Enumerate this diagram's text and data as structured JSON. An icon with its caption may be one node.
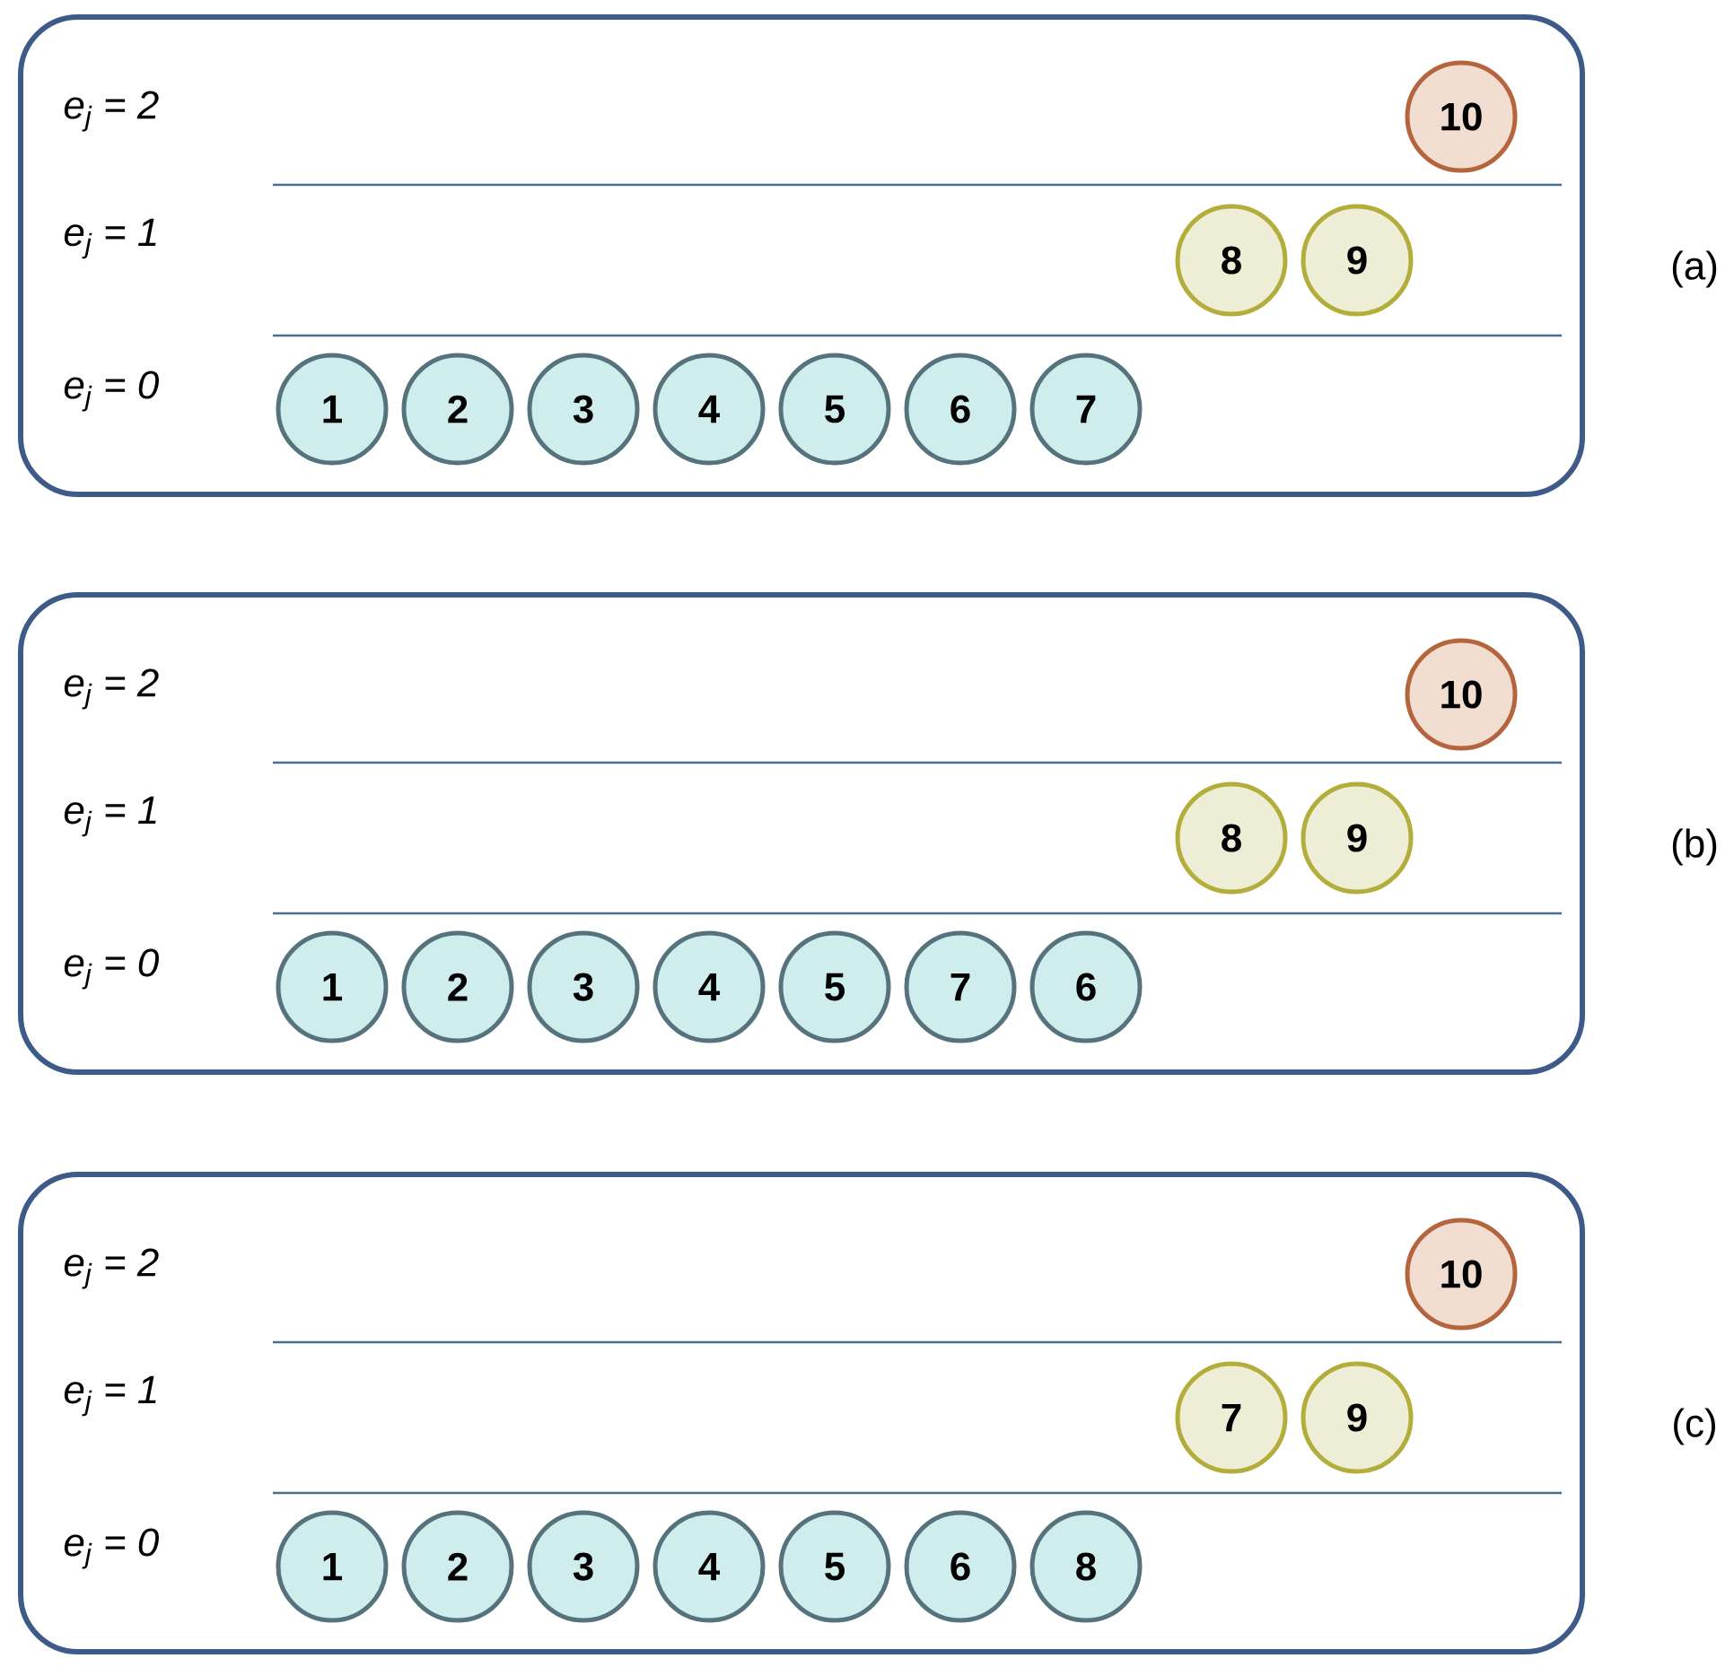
{
  "diagram": {
    "nodes": [
      {
        "text": [
          "e$_{j}$ = 2",
          "e$_{j}$ = 1",
          "e$_{j}$ = 0"
        ],
        "beside": [
          "(a)"
        ]
      },
      {
        "text": [
          "10"
        ],
        "in": 0
      },
      {
        "text": [
          "8"
        ],
        "in": 0
      },
      {
        "text": [
          "9"
        ],
        "in": 0
      },
      {
        "text": [
          "1"
        ],
        "in": 0
      },
      {
        "text": [
          "2"
        ],
        "in": 0
      },
      {
        "text": [
          "3"
        ],
        "in": 0
      },
      {
        "text": [
          "4"
        ],
        "in": 0
      },
      {
        "text": [
          "5"
        ],
        "in": 0
      },
      {
        "text": [
          "6"
        ],
        "in": 0
      },
      {
        "text": [
          "7"
        ],
        "in": 0
      },
      {
        "text": [
          "e$_{j}$ = 2",
          "e$_{j}$ = 1",
          "e$_{j}$ = 0"
        ],
        "beside": [
          "(b)"
        ]
      },
      {
        "text": [
          "10"
        ],
        "in": 11
      },
      {
        "text": [
          "8"
        ],
        "in": 11
      },
      {
        "text": [
          "9"
        ],
        "in": 11
      },
      {
        "text": [
          "1"
        ],
        "in": 11
      },
      {
        "text": [
          "2"
        ],
        "in": 11
      },
      {
        "text": [
          "3"
        ],
        "in": 11
      },
      {
        "text": [
          "4"
        ],
        "in": 11
      },
      {
        "text": [
          "5"
        ],
        "in": 11
      },
      {
        "text": [
          "7"
        ],
        "in": 11
      },
      {
        "text": [
          "6"
        ],
        "in": 11
      },
      {
        "text": [
          "e$_{j}$ = 2",
          "e$_{j}$ = 1",
          "e$_{j}$ = 0"
        ],
        "beside": [
          "(c)"
        ]
      },
      {
        "text": [
          "10"
        ],
        "in": 22
      },
      {
        "text": [
          "7"
        ],
        "in": 22
      },
      {
        "text": [
          "9"
        ],
        "in": 22
      },
      {
        "text": [
          "1"
        ],
        "in": 22
      },
      {
        "text": [
          "2"
        ],
        "in": 22
      },
      {
        "text": [
          "3"
        ],
        "in": 22
      },
      {
        "text": [
          "4"
        ],
        "in": 22
      },
      {
        "text": [
          "5"
        ],
        "in": 22
      },
      {
        "text": [
          "6"
        ],
        "in": 22
      },
      {
        "text": [
          "8"
        ],
        "in": 22
      }
    ]
  }
}
